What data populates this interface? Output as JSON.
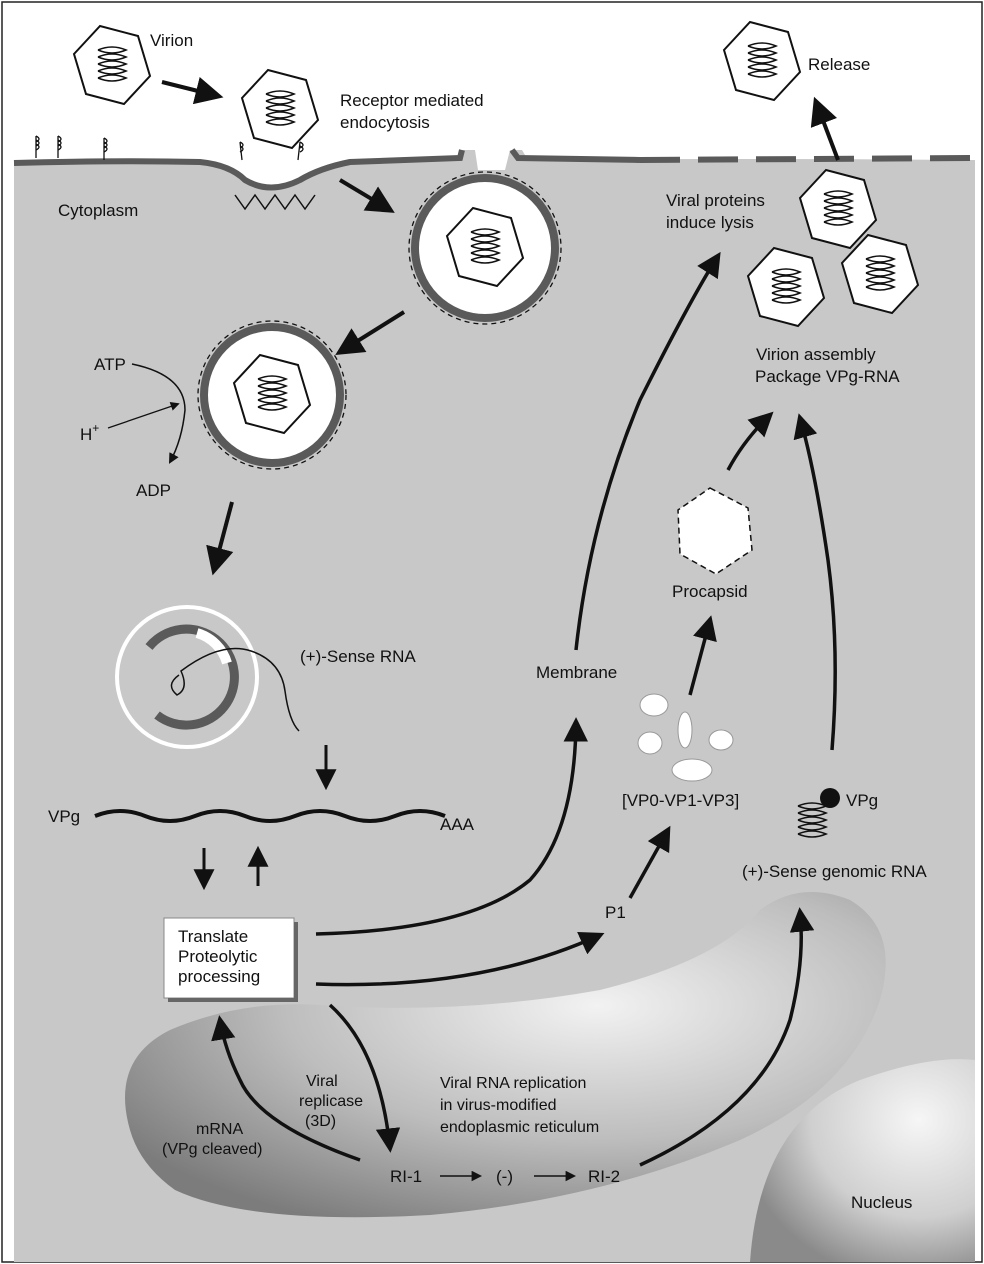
{
  "labels": {
    "virion": "Virion",
    "receptor_line1": "Receptor mediated",
    "receptor_line2": "endocytosis",
    "cytoplasm": "Cytoplasm",
    "release": "Release",
    "lysis_line1": "Viral proteins",
    "lysis_line2": "induce lysis",
    "assembly_line1": "Virion assembly",
    "assembly_line2": "Package VPg-RNA",
    "atp": "ATP",
    "h_plus": "H",
    "h_sup": "+",
    "adp": "ADP",
    "sense_rna": "(+)-Sense RNA",
    "procapsid": "Procapsid",
    "membrane": "Membrane",
    "vp_proteins": "[VP0-VP1-VP3]",
    "vpg_left": "VPg",
    "aaa": "AAA",
    "vpg_right": "VPg",
    "genomic_rna": "(+)-Sense genomic RNA",
    "p1": "P1",
    "translate_line1": "Translate",
    "translate_line2": "Proteolytic",
    "translate_line3": "processing",
    "replicase_line1": "Viral",
    "replicase_line2": "replicase",
    "replicase_line3": "(3D)",
    "mrna_line1": "mRNA",
    "mrna_line2": "(VPg cleaved)",
    "replication_line1": "Viral RNA replication",
    "replication_line2": "in virus-modified",
    "replication_line3": "endoplasmic reticulum",
    "ri1": "RI-1",
    "minus": "(-)",
    "ri2": "RI-2",
    "nucleus": "Nucleus"
  },
  "colors": {
    "cytoplasm": "#c8c8c8",
    "membrane": "#5a5a5a",
    "ink": "#111111",
    "white": "#ffffff"
  }
}
